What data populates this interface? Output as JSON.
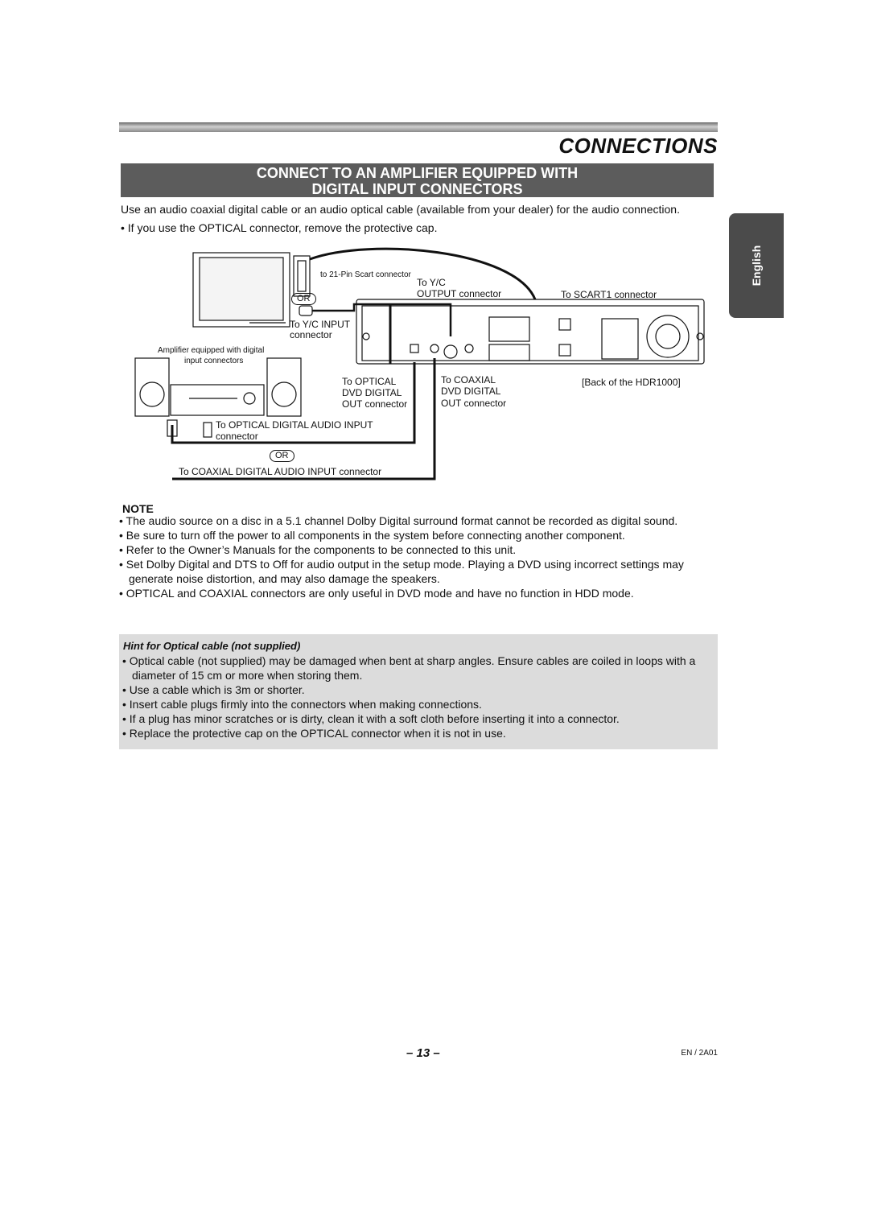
{
  "header": {
    "section_title": "CONNECTIONS",
    "banner_line1": "CONNECT TO AN AMPLIFIER EQUIPPED WITH",
    "banner_line2": "DIGITAL INPUT CONNECTORS",
    "language_tab": "English"
  },
  "intro": {
    "paragraph": "Use an audio coaxial digital cable or an audio optical cable (available from your dealer) for the audio connection.",
    "bullet": "• If you use the OPTICAL connector, remove the protective cap."
  },
  "diagram": {
    "scart_label": "to 21-Pin Scart connector",
    "or_label_1": "OR",
    "yc_input": "To Y/C INPUT",
    "yc_input_2": "connector",
    "yc_output_1": "To Y/C",
    "yc_output_2": "OUTPUT connector",
    "scart1_label": "To SCART1 connector",
    "amp_label_1": "Amplifier equipped with digital",
    "amp_label_2": "input connectors",
    "optical_out_1": "To OPTICAL",
    "optical_out_2": "DVD DIGITAL",
    "optical_out_3": "OUT connector",
    "coaxial_out_1": "To COAXIAL",
    "coaxial_out_2": "DVD DIGITAL",
    "coaxial_out_3": "OUT connector",
    "back_label": "[Back of the HDR1000]",
    "optical_in_1": "To OPTICAL DIGITAL AUDIO INPUT",
    "optical_in_2": "connector",
    "or_label_2": "OR",
    "coaxial_in": "To COAXIAL DIGITAL AUDIO INPUT connector"
  },
  "note": {
    "heading": "NOTE",
    "items": [
      "• The audio source on a disc in a 5.1 channel Dolby Digital surround format cannot be recorded as digital sound.",
      "• Be sure to turn off the power to all components in the system before connecting another component.",
      "• Refer to the Owner’s Manuals for the components to be connected to this unit.",
      "• Set Dolby Digital and DTS to Off for audio output in the setup mode. Playing a DVD using incorrect settings may generate noise distortion, and may also damage the speakers.",
      "• OPTICAL and COAXIAL connectors are only useful in DVD mode and have no function in HDD mode."
    ]
  },
  "hint": {
    "title": "Hint for Optical cable (not supplied)",
    "items": [
      "• Optical cable (not supplied) may be damaged when bent at sharp angles. Ensure cables are coiled in loops with a diameter of 15 cm or more when storing them.",
      "• Use a cable which is 3m or shorter.",
      "• Insert cable plugs firmly into the connectors when making connections.",
      "• If a plug has minor scratches or is dirty, clean it with a soft cloth before inserting it into a connector.",
      "• Replace the protective cap on the OPTICAL connector when it is not in use."
    ]
  },
  "footer": {
    "page_number": "– 13 –",
    "doc_code": "EN / 2A01"
  }
}
